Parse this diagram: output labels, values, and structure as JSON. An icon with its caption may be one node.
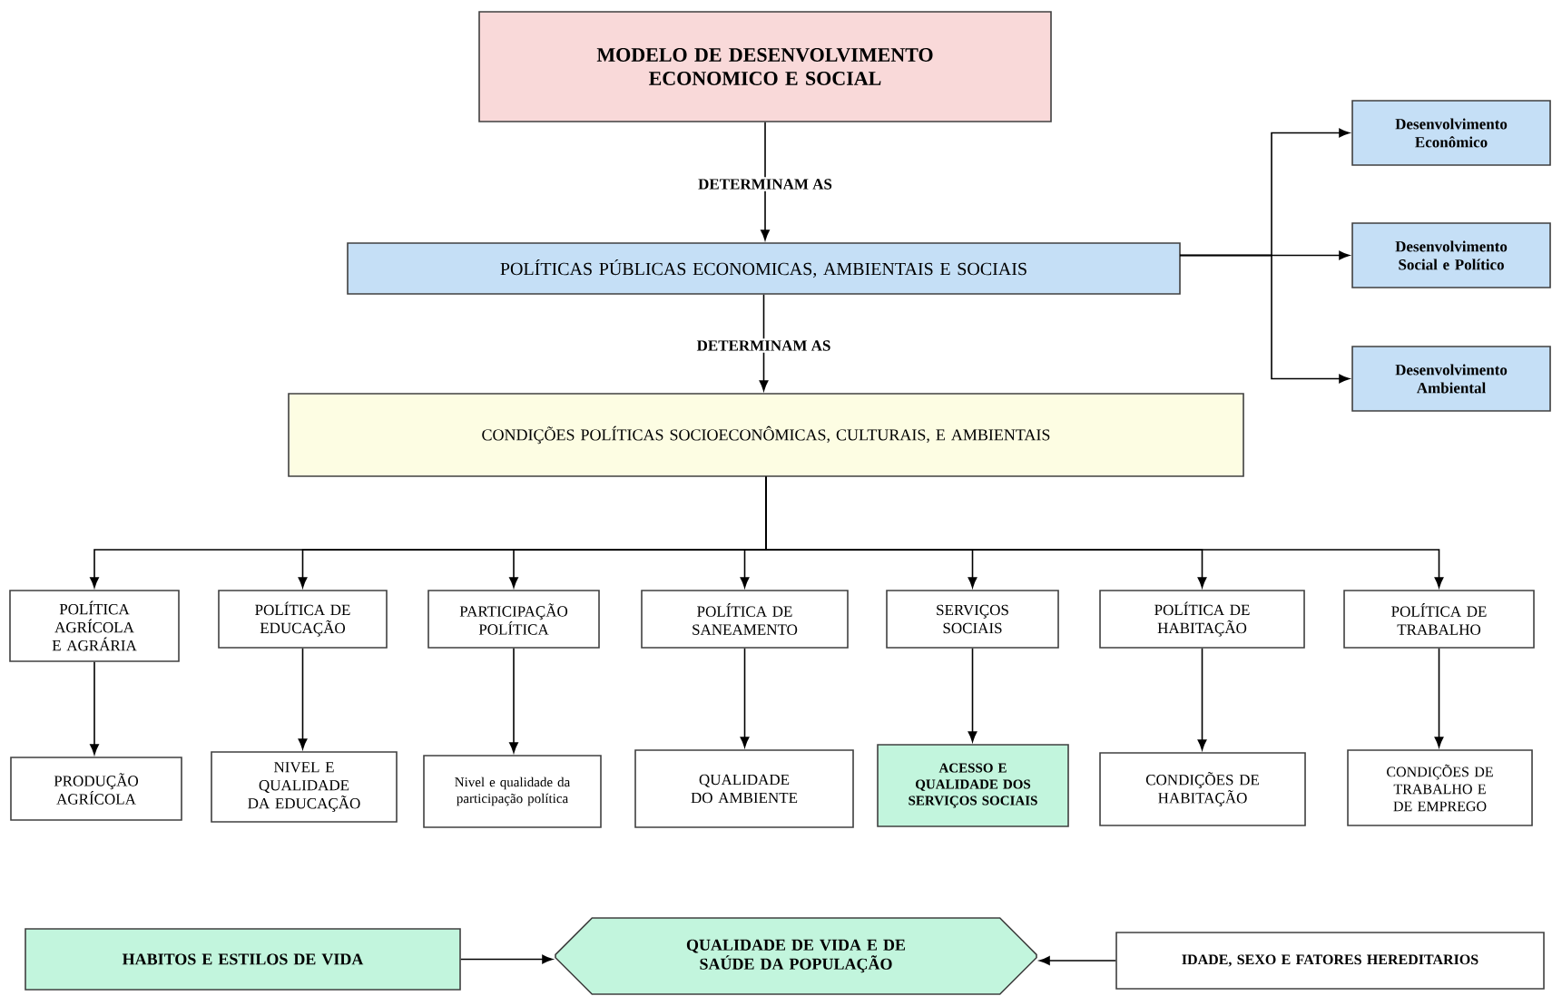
{
  "diagram": {
    "nodes": [
      {
        "text": [
          "MODELO DE DESENVOLVIMENTO ECONOMICO E SOCIAL"
        ]
      },
      {
        "text": [
          "POLÍTICAS PÚBLICAS ECONOMICAS, AMBIENTAIS E SOCIAIS"
        ]
      },
      {
        "text": [
          "CONDIÇÕES POLÍTICAS SOCIOECONÔMICAS, CULTURAIS, E AMBIENTAIS"
        ]
      },
      {
        "text": [
          "Desenvolvimento Econômico"
        ]
      },
      {
        "text": [
          "Desenvolvimento Social e Político"
        ]
      },
      {
        "text": [
          "Desenvolvimento Ambiental"
        ]
      },
      {
        "text": [
          "POLÍTICA AGRÍCOLA E AGRÁRIA"
        ]
      },
      {
        "text": [
          "POLÍTICA DE EDUCAÇÃO"
        ]
      },
      {
        "text": [
          "PARTICIPAÇÃO POLÍTICA"
        ]
      },
      {
        "text": [
          "POLÍTICA DE SANEAMENTO"
        ]
      },
      {
        "text": [
          "SERVIÇOS SOCIAIS"
        ]
      },
      {
        "text": [
          "POLÍTICA DE HABITAÇÃO"
        ]
      },
      {
        "text": [
          "POLÍTICA DE TRABALHO"
        ]
      },
      {
        "text": [
          "PRODUÇÃO AGRÍCOLA"
        ]
      },
      {
        "text": [
          "NIVEL E QUALIDADE DA EDUCAÇÃO"
        ]
      },
      {
        "text": [
          "Nivel e qualidade da participação política"
        ]
      },
      {
        "text": [
          "QUALIDADE DO AMBIENTE"
        ]
      },
      {
        "text": [
          "ACESSO E QUALIDADE DOS SERVIÇOS SOCIAIS"
        ]
      },
      {
        "text": [
          "CONDIÇÕES DE HABITAÇÃO"
        ]
      },
      {
        "text": [
          "CONDIÇÕES DE TRABALHO E DE EMPREGO"
        ]
      },
      {
        "text": [
          "HABITOS E ESTILOS DE VIDA"
        ]
      },
      {
        "text": [
          "QUALIDADE DE VIDA E DE SAÚDE DA POPULAÇÃO"
        ]
      },
      {
        "text": [
          "IDADE, SEXO E FATORES HEREDITARIOS"
        ]
      }
    ],
    "edges": [
      {
        "from": 0,
        "to": 1,
        "arrow": "to",
        "label": "DETERMINAM AS"
      },
      {
        "from": 1,
        "to": 2,
        "arrow": "to",
        "label": "DETERMINAM AS"
      },
      {
        "from": 1,
        "to": 3,
        "arrow": "to"
      },
      {
        "from": 1,
        "to": 4,
        "arrow": "to"
      },
      {
        "from": 1,
        "to": 5,
        "arrow": "to"
      },
      {
        "from": 2,
        "to": 6,
        "arrow": "to"
      },
      {
        "from": 2,
        "to": 7,
        "arrow": "to"
      },
      {
        "from": 2,
        "to": 8,
        "arrow": "to"
      },
      {
        "from": 2,
        "to": 9,
        "arrow": "to"
      },
      {
        "from": 2,
        "to": 10,
        "arrow": "to"
      },
      {
        "from": 2,
        "to": 11,
        "arrow": "to"
      },
      {
        "from": 2,
        "to": 12,
        "arrow": "to"
      },
      {
        "from": 6,
        "to": 13,
        "arrow": "to"
      },
      {
        "from": 7,
        "to": 14,
        "arrow": "to"
      },
      {
        "from": 8,
        "to": 15,
        "arrow": "to"
      },
      {
        "from": 9,
        "to": 16,
        "arrow": "to"
      },
      {
        "from": 10,
        "to": 17,
        "arrow": "to"
      },
      {
        "from": 11,
        "to": 18,
        "arrow": "to"
      },
      {
        "from": 12,
        "to": 19,
        "arrow": "to"
      },
      {
        "from": 20,
        "to": 21,
        "arrow": "to"
      },
      {
        "from": 22,
        "to": 21,
        "arrow": "to"
      }
    ]
  }
}
